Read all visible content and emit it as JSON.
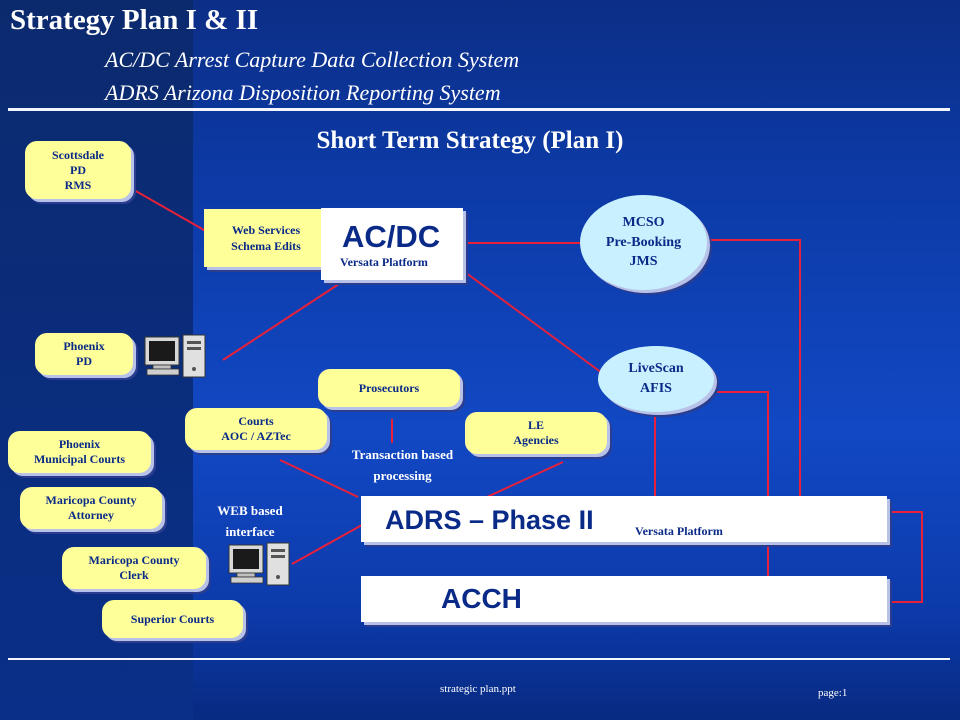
{
  "header": {
    "title": "Strategy Plan I & II",
    "subtitle_1": "AC/DC Arrest Capture Data Collection System",
    "subtitle_2": "ADRS Arizona Disposition Reporting System"
  },
  "section_title": "Short Term Strategy (Plan I)",
  "nodes": {
    "scottsdale": [
      "Scottsdale",
      "PD",
      "RMS"
    ],
    "web_services": [
      "Web Services",
      "Schema Edits"
    ],
    "acdc": {
      "title": "AC/DC",
      "platform": "Versata Platform"
    },
    "mcso": [
      "MCSO",
      "Pre-Booking",
      "JMS"
    ],
    "phoenix_pd": [
      "Phoenix",
      "PD"
    ],
    "livescan": [
      "LiveScan",
      "AFIS"
    ],
    "prosecutors": "Prosecutors",
    "courts": [
      "Courts",
      "AOC / AZTec"
    ],
    "le_agencies": [
      "LE",
      "Agencies"
    ],
    "phoenix_municipal": [
      "Phoenix",
      "Municipal Courts"
    ],
    "maricopa_attorney": [
      "Maricopa County",
      "Attorney"
    ],
    "maricopa_clerk": [
      "Maricopa County",
      "Clerk"
    ],
    "superior_courts": "Superior Courts",
    "adrs": {
      "title": "ADRS – Phase II",
      "platform": "Versata Platform"
    },
    "acch": "ACCH"
  },
  "notes": {
    "transaction": [
      "Transaction based",
      "processing"
    ],
    "web_interface": [
      "WEB based",
      "interface"
    ]
  },
  "footer": {
    "file": "strategic plan.ppt",
    "page": "page:1"
  },
  "colors": {
    "background": "#0c3aa6",
    "pill_fill": "#ffff99",
    "oval_fill": "#c8f0ff",
    "connector": "#e8203a",
    "text_dark": "#0a2a88"
  }
}
